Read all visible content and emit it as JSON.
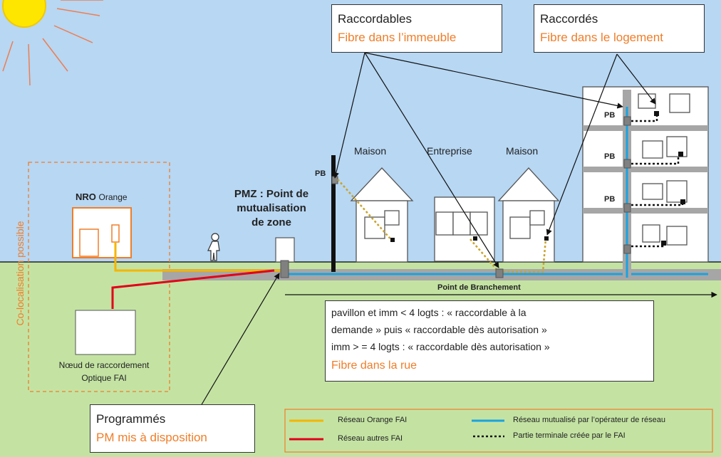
{
  "colors": {
    "sky": "#b7d7f3",
    "ground": "#c4e3a3",
    "orange_line": "#f5b500",
    "red_line": "#e2001a",
    "blue_line": "#1aa3e0",
    "orange_text": "#f07d28",
    "grey_pipe": "#a6a6a6"
  },
  "side_label": "Co-localisation possible",
  "nro": {
    "title": "NRO",
    "subtitle": "Orange"
  },
  "nro_fai": {
    "line1": "Nœud de raccordement",
    "line2": "Optique FAI"
  },
  "pmz": {
    "line1": "PMZ : Point de",
    "line2": "mutualisation",
    "line3": "de zone"
  },
  "pb_label": "PB",
  "buildings": {
    "maison1": "Maison",
    "entreprise": "Entreprise",
    "maison2": "Maison"
  },
  "callouts": {
    "raccordables": {
      "title": "Raccordables",
      "subtitle": "Fibre dans l’immeuble"
    },
    "raccordes": {
      "title": "Raccordés",
      "subtitle": "Fibre dans le logement"
    },
    "programmes": {
      "title": "Programmés",
      "subtitle": "PM mis à disposition"
    }
  },
  "point_branchement": "Point de Branchement",
  "info": {
    "line1": "pavillon et imm < 4 logts : « raccordable à la",
    "line2": "demande » puis « raccordable dès autorisation »",
    "line3": "imm > = 4 logts : « raccordable dès autorisation »",
    "line4": "Fibre dans la rue"
  },
  "legend": {
    "orange": "Réseau Orange FAI",
    "red": "Réseau autres FAI",
    "blue": "Réseau mutualisé par l’opérateur de réseau",
    "dotted": "Partie terminale créée par le FAI"
  }
}
